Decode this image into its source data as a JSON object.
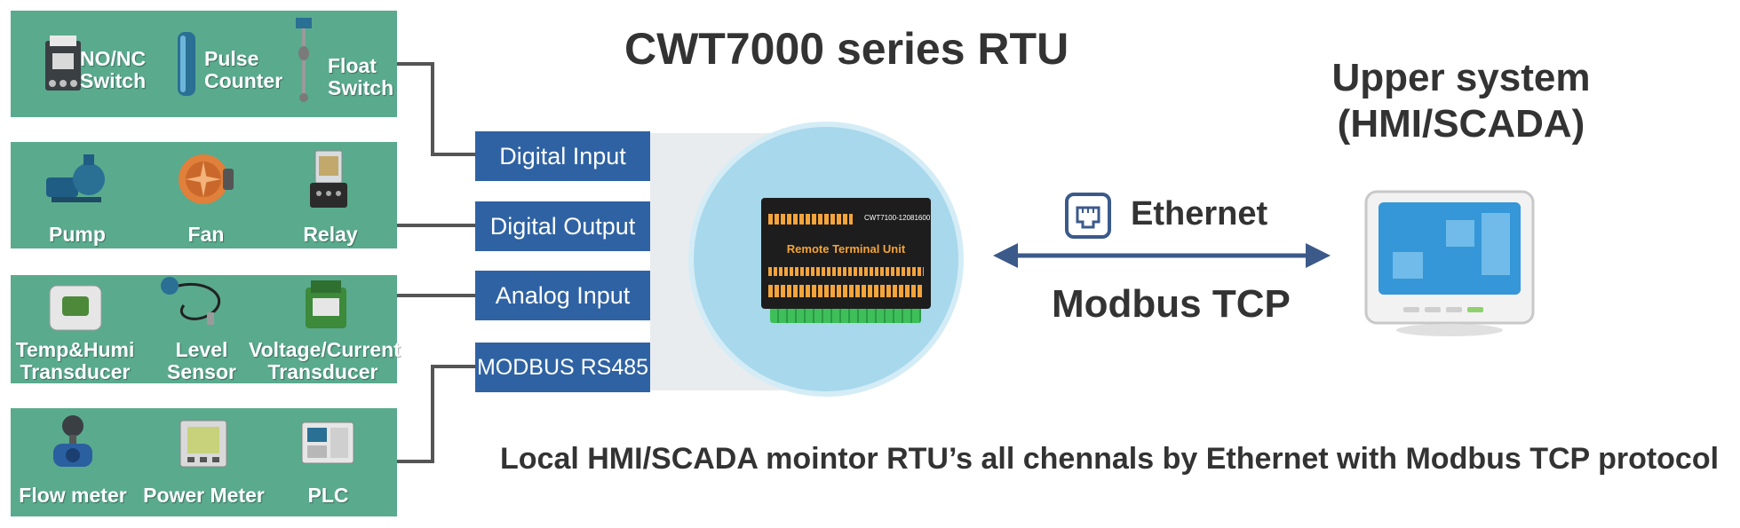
{
  "title": "CWT7000 series RTU",
  "upper_system": {
    "line1": "Upper system",
    "line2": "(HMI/SCADA)"
  },
  "panels": [
    {
      "items": [
        {
          "icon": "contactor-icon",
          "lines": [
            "NO/NC",
            "Switch"
          ]
        },
        {
          "icon": "pulse-counter-icon",
          "lines": [
            "Pulse",
            "Counter"
          ]
        },
        {
          "icon": "float-switch-icon",
          "lines": [
            "Float",
            "Switch"
          ]
        }
      ]
    },
    {
      "items": [
        {
          "icon": "pump-icon",
          "lines": [
            "Pump"
          ]
        },
        {
          "icon": "fan-icon",
          "lines": [
            "Fan"
          ]
        },
        {
          "icon": "relay-icon",
          "lines": [
            "Relay"
          ]
        }
      ]
    },
    {
      "items": [
        {
          "icon": "temp-humi-transducer-icon",
          "lines": [
            "Temp&Humi",
            "Transducer"
          ]
        },
        {
          "icon": "level-sensor-icon",
          "lines": [
            "Level",
            "Sensor"
          ]
        },
        {
          "icon": "voltage-current-transducer-icon",
          "lines": [
            "Voltage/Current",
            "Transducer"
          ]
        }
      ]
    },
    {
      "items": [
        {
          "icon": "flow-meter-icon",
          "lines": [
            "Flow meter"
          ]
        },
        {
          "icon": "power-meter-icon",
          "lines": [
            "Power Meter"
          ]
        },
        {
          "icon": "plc-icon",
          "lines": [
            "PLC"
          ]
        }
      ]
    }
  ],
  "io_labels": [
    "Digital Input",
    "Digital Output",
    "Analog Input",
    "MODBUS RS485"
  ],
  "device": {
    "label": "Remote Terminal Unit",
    "model": "CWT7100-12081600"
  },
  "link": {
    "medium": "Ethernet",
    "protocol": "Modbus TCP"
  },
  "caption": "Local HMI/SCADA mointor RTU’s all chennals by Ethernet with Modbus TCP protocol",
  "colors": {
    "panel": "#5aaa8e",
    "io_box": "#2f62a3",
    "circle": "#a8d8ec",
    "arrow": "#3b5a8a",
    "text": "#333333"
  }
}
